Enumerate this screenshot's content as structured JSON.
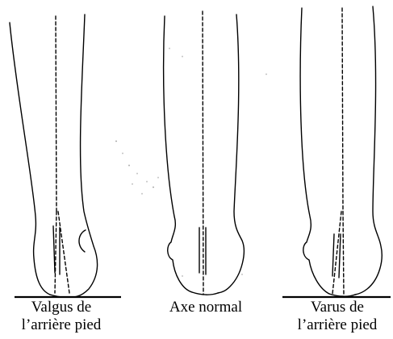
{
  "figure": {
    "panels": [
      {
        "id": "valgus",
        "caption_line1": "Valgus de",
        "caption_line2": "l’arrière pied"
      },
      {
        "id": "normal",
        "caption_line1": "Axe normal"
      },
      {
        "id": "varus",
        "caption_line1": "Varus de",
        "caption_line2": "l’arrière pied"
      }
    ]
  }
}
